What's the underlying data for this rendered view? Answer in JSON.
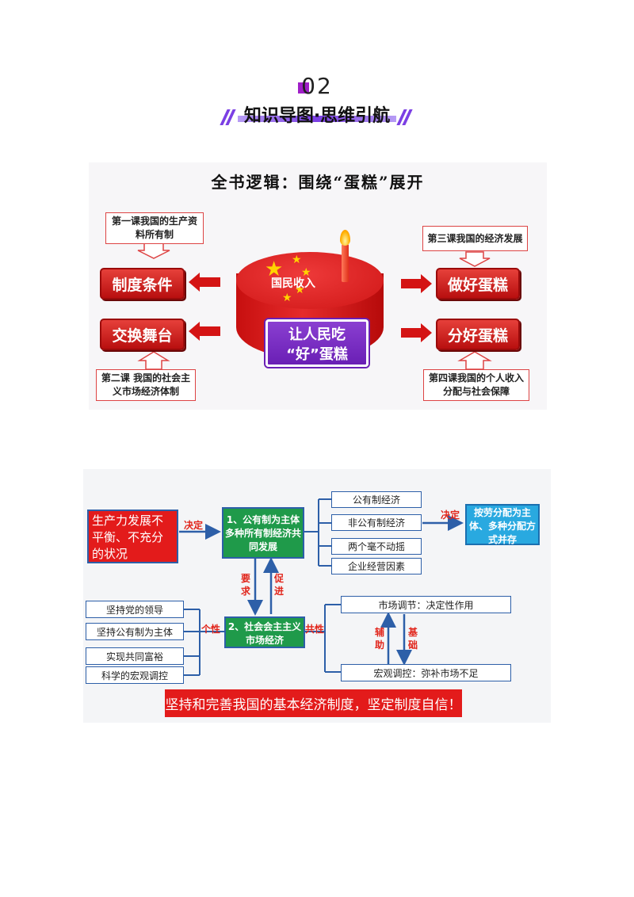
{
  "header": {
    "number": "02",
    "title": "知识导图·思维引航"
  },
  "section1": {
    "title": "全书逻辑：围绕“蛋糕”展开",
    "lesson1": "第一课我国的生产资料所有制",
    "lesson2": "第二课 我国的社会主义市场经济体制",
    "lesson3": "第三课我国的经济发展",
    "lesson4": "第四课我国的个人收入分配与社会保障",
    "left_top": "制度条件",
    "left_bottom": "交换舞台",
    "right_top": "做好蛋糕",
    "right_bottom": "分好蛋糕",
    "cake_label": "国民收入",
    "center_line1": "让人民吃",
    "center_line2": "“好”蛋糕"
  },
  "section2": {
    "start_box": "生产力发展不平衡、不充分的状况",
    "decide_left": "决定",
    "box1": "1、公有制为主体多种所有制经济共同发展",
    "list_right": [
      "公有制经济",
      "非公有制经济",
      "两个毫不动摇",
      "企业经营因素"
    ],
    "decide_right": "决定",
    "box_dist": "按劳分配为主体、多种分配方式并存",
    "require": "要求",
    "promote": "促进",
    "box2": "2、社会会主主义市场经济",
    "individuality": "个性",
    "commonality": "共性",
    "list_left": [
      "坚持党的领导",
      "坚持公有制为主体",
      "实现共同富裕",
      "科学的宏观调控"
    ],
    "market": "市场调节：决定性作用",
    "macro": "宏观调控：弥补市场不足",
    "assist": "辅助",
    "basis": "基础",
    "banner": "坚持和完善我国的基本经济制度，坚定制度自信！"
  },
  "colors": {
    "accent_purple": "#7b3fe4",
    "red": "#e31b1b",
    "blue_line": "#2d5fa8",
    "green": "#1f9a4a",
    "cyan": "#29a9e0"
  }
}
